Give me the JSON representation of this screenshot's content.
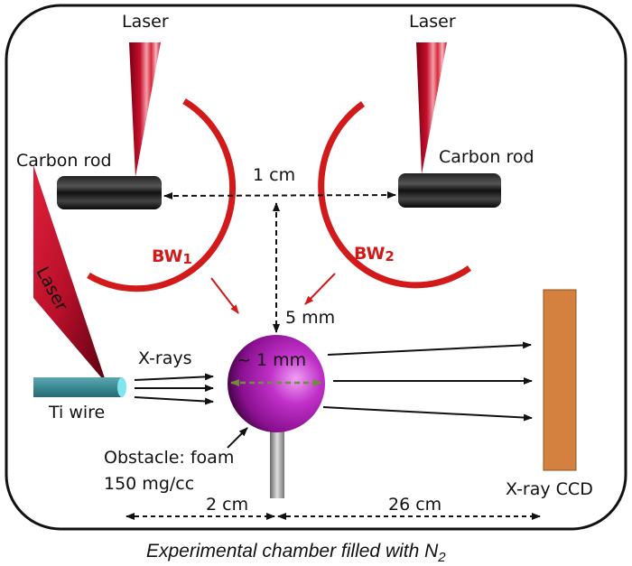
{
  "labels": {
    "laser_left": "Laser",
    "laser_right": "Laser",
    "carbon_rod_left": "Carbon rod",
    "carbon_rod_right": "Carbon rod",
    "laser_diag": "Laser",
    "distance_rods": "1 cm",
    "bw1": "BW",
    "bw1_sub": "1",
    "bw2": "BW",
    "bw2_sub": "2",
    "distance_vertical": "5 mm",
    "xrays": "X-rays",
    "sphere_size": "~ 1 mm",
    "ti_wire": "Ti wire",
    "obstacle_line1": "Obstacle: foam",
    "obstacle_line2": "150 mg/cc",
    "distance_left": "2 cm",
    "distance_right": "26 cm",
    "ccd": "X-ray CCD",
    "caption": "Experimental chamber filled with N",
    "caption_sub": "2"
  },
  "colors": {
    "blast_wave": "#d21a1a",
    "laser": "#c8102e",
    "ccd": "#d4813f",
    "sphere": "#b01fb8",
    "wire": "#3a8a94",
    "dimension_green": "#6f8f3a"
  }
}
